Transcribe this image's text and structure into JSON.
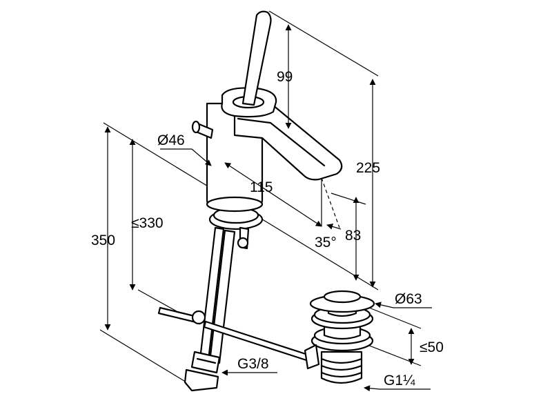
{
  "dimensions": {
    "lever_height": "99",
    "total_height": "225",
    "body_diameter": "Ø46",
    "spout_reach": "115",
    "spout_angle": "35°",
    "outlet_height": "83",
    "rod_length": "≤330",
    "supply_length": "350",
    "waste_diameter": "Ø63",
    "waste_height": "≤50",
    "supply_thread": "G3/8",
    "waste_thread": "G1¼"
  }
}
